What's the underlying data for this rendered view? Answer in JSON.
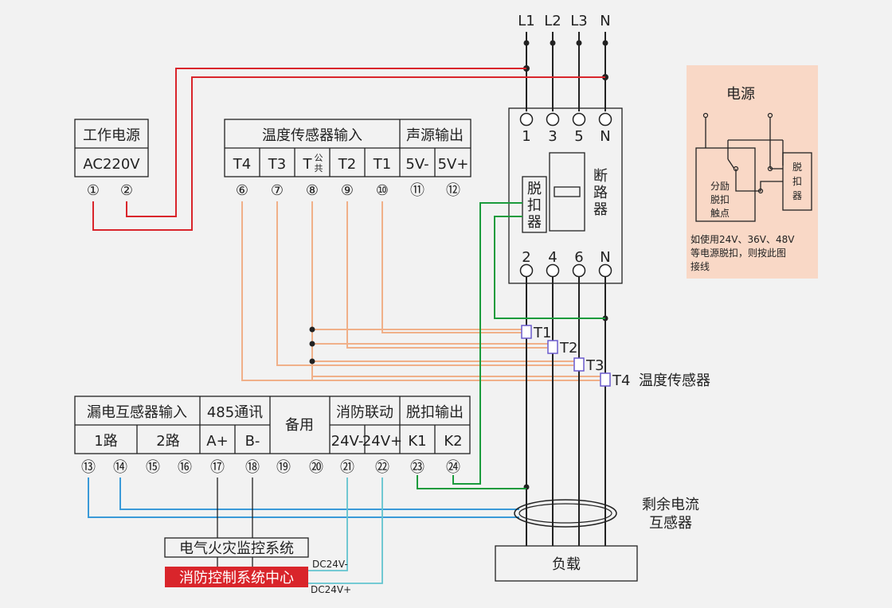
{
  "phases": [
    "L1",
    "L2",
    "L3",
    "N"
  ],
  "power": {
    "title": "工作电源",
    "value": "AC220V"
  },
  "temp_input": {
    "title": "温度传感器输入",
    "cols": [
      "T4",
      "T3",
      "T",
      "T2",
      "T1"
    ],
    "t_sub": [
      "公",
      "共"
    ]
  },
  "sound_output": {
    "title": "声源输出",
    "cols": [
      "5V-",
      "5V+"
    ]
  },
  "breaker": {
    "top_terms": [
      "1",
      "3",
      "5",
      "N"
    ],
    "bottom_terms": [
      "2",
      "4",
      "6",
      "N"
    ],
    "trip_label": [
      "脱",
      "扣",
      "器"
    ],
    "name_label": [
      "断",
      "路",
      "器"
    ]
  },
  "sensors": [
    "T1",
    "T2",
    "T3",
    "T4"
  ],
  "sensor_caption": "温度传感器",
  "bottom_block": {
    "leak_title": "漏电互感器输入",
    "leak_cols": [
      "1路",
      "2路"
    ],
    "rs485_title": "485通讯",
    "rs485_cols": [
      "A+",
      "B-"
    ],
    "spare": "备用",
    "fire_title": "消防联动",
    "fire_cols": [
      "24V-",
      "24V+"
    ],
    "trip_title": "脱扣输出",
    "trip_cols": [
      "K1",
      "K2"
    ]
  },
  "terminals": [
    "①",
    "②",
    "⑥",
    "⑦",
    "⑧",
    "⑨",
    "⑩",
    "⑪",
    "⑫",
    "⑬",
    "⑭",
    "⑮",
    "⑯",
    "⑰",
    "⑱",
    "⑲",
    "⑳",
    "㉑",
    "㉒",
    "㉓",
    "㉔"
  ],
  "residual_ct": [
    "剩余电流",
    "互感器"
  ],
  "load": "负载",
  "monitor_system": "电气火灾监控系统",
  "fire_center": "消防控制系统中心",
  "dc_minus": "DC24V-",
  "dc_plus": "DC24V+",
  "inset": {
    "title": "电源",
    "contact": [
      "分励",
      "脱扣",
      "触点"
    ],
    "trip": [
      "脱",
      "扣",
      "器"
    ],
    "note": [
      "如使用24V、36V、48V",
      "等电源脱扣，则按此图",
      "接线"
    ]
  },
  "colors": {
    "red_wire": "#d9252b",
    "orange_wire": "#f0b089",
    "green_wire": "#1a9b3c",
    "blue_wire": "#3a9ad8",
    "cyan_wire": "#62c4cf",
    "fire_center_bg": "#d9252b",
    "inset_bg": "#f9d8c6",
    "sensor_box": "#6a5acd"
  }
}
